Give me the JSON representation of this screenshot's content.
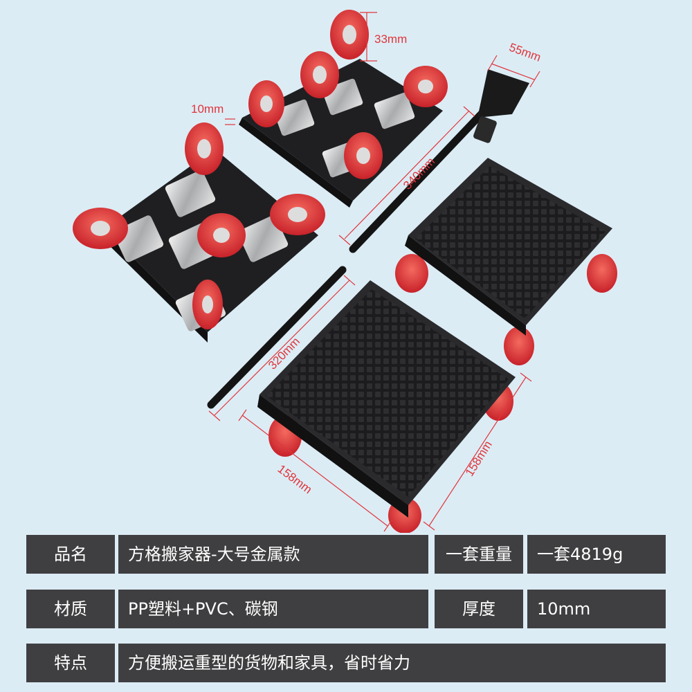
{
  "dimensions": {
    "caster_height": "33mm",
    "handle_width": "55mm",
    "plate_thickness": "10mm",
    "bar_long": "340mm",
    "bar_short": "320mm",
    "dolly_width": "158mm",
    "dolly_depth": "158mm"
  },
  "specs": {
    "row1": {
      "label1": "品名",
      "value1": "方格搬家器-大号金属款",
      "label2": "一套重量",
      "value2": "一套4819g"
    },
    "row2": {
      "label1": "材质",
      "value1": "PP塑料+PVC、碳钢",
      "label2": "厚度",
      "value2": "10mm"
    },
    "row3": {
      "label1": "特点",
      "value1": "方便搬运重型的货物和家具，省时省力"
    }
  },
  "colors": {
    "background": "#dcecf5",
    "table_cell": "#3f3f41",
    "dimension": "#e0353a",
    "wheel": "#e23c3c"
  }
}
